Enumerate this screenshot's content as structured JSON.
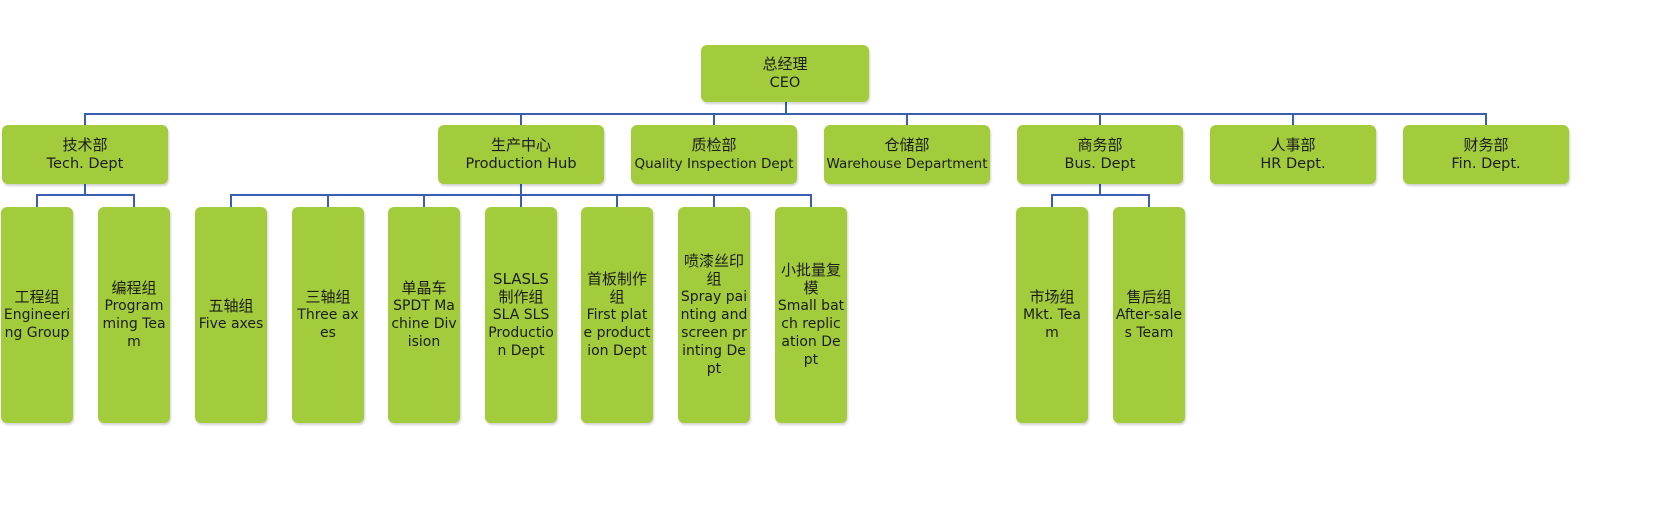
{
  "org": {
    "ceo": {
      "zh": "总经理",
      "en": "CEO"
    },
    "departments": [
      {
        "id": "tech",
        "zh": "技术部",
        "en": "Tech. Dept"
      },
      {
        "id": "production",
        "zh": "生产中心",
        "en": "Production Hub"
      },
      {
        "id": "quality",
        "zh": "质检部",
        "en": "Quality Inspection Dept"
      },
      {
        "id": "warehouse",
        "zh": "仓储部",
        "en": "Warehouse Department"
      },
      {
        "id": "business",
        "zh": "商务部",
        "en": "Bus. Dept"
      },
      {
        "id": "hr",
        "zh": "人事部",
        "en": "HR Dept."
      },
      {
        "id": "finance",
        "zh": "财务部",
        "en": "Fin. Dept."
      }
    ],
    "teams": [
      {
        "id": "engineering",
        "parent": "tech",
        "zh": "工程组",
        "en": "Engineering Group"
      },
      {
        "id": "programming",
        "parent": "tech",
        "zh": "编程组",
        "en": "Programming Team"
      },
      {
        "id": "five-axes",
        "parent": "production",
        "zh": "五轴组",
        "en": "Five axes"
      },
      {
        "id": "three-axes",
        "parent": "production",
        "zh": "三轴组",
        "en": "Three axes"
      },
      {
        "id": "spdt",
        "parent": "production",
        "zh": "单晶车",
        "en": "SPDT Machine Division"
      },
      {
        "id": "slasls",
        "parent": "production",
        "zh": "SLASLS制作组",
        "en": "SLA SLS Production Dept"
      },
      {
        "id": "first-plate",
        "parent": "production",
        "zh": "首板制作组",
        "en": "First plate production Dept"
      },
      {
        "id": "spray",
        "parent": "production",
        "zh": "喷漆丝印组",
        "en": "Spray painting and screen printing Dept"
      },
      {
        "id": "small-batch",
        "parent": "production",
        "zh": "小批量复模",
        "en": "Small batch replication Dept"
      },
      {
        "id": "marketing",
        "parent": "business",
        "zh": "市场组",
        "en": "Mkt. Team"
      },
      {
        "id": "after-sales",
        "parent": "business",
        "zh": "售后组",
        "en": "After-sales Team"
      }
    ]
  }
}
